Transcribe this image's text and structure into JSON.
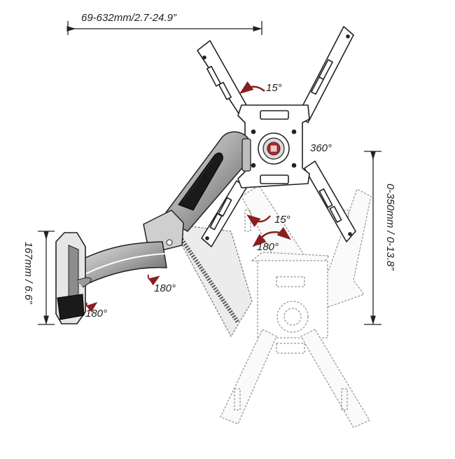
{
  "dimensions": {
    "extension": "69-632mm/2.7-24.9”",
    "vertical_travel": "0-350mm / 0-13.8”",
    "wall_plate_height": "167mm / 6.6”"
  },
  "angles": {
    "tilt_up": "15°",
    "tilt_down": "15°",
    "rotation": "360°",
    "swivel_plate": "180°",
    "swivel_elbow": "180°",
    "swivel_wall": "180°"
  },
  "colors": {
    "line": "#222222",
    "arrow_red": "#8a1f1f",
    "arm_dark": "#1a1a1a",
    "arm_mid": "#8c8c8c",
    "ghost": "#9a9a9a"
  }
}
